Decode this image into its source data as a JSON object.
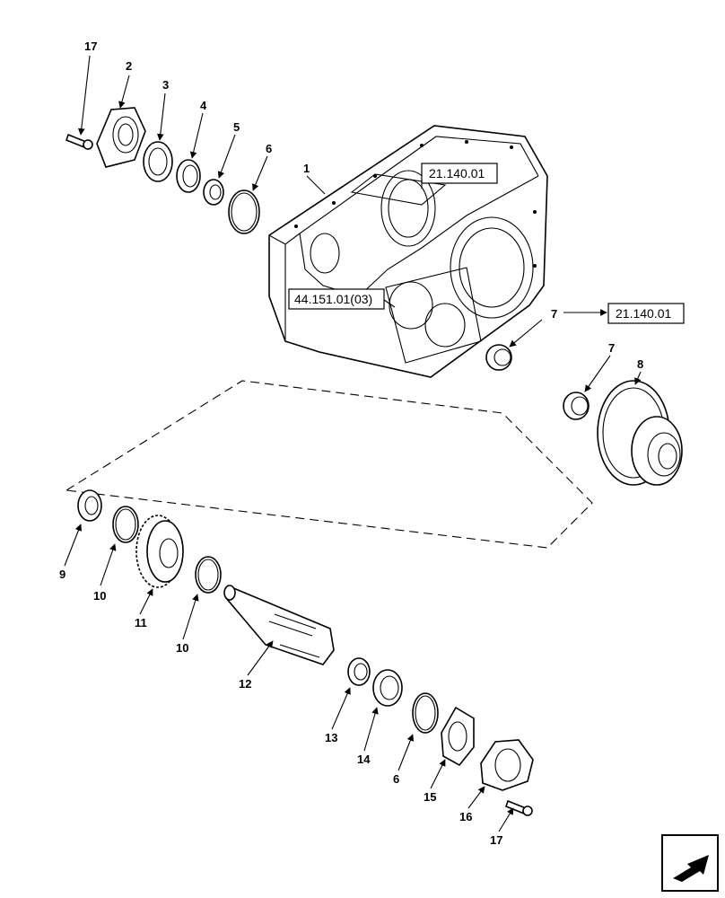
{
  "labels": {
    "p1": "1",
    "p2": "2",
    "p3": "3",
    "p4": "4",
    "p5": "5",
    "p6a": "6",
    "p6b": "6",
    "p7a": "7",
    "p7b": "7",
    "p8": "8",
    "p9": "9",
    "p10a": "10",
    "p10b": "10",
    "p11": "11",
    "p12": "12",
    "p13": "13",
    "p14": "14",
    "p15": "15",
    "p16": "16",
    "p17a": "17",
    "p17b": "17"
  },
  "refs": {
    "top": "21.140.01",
    "left": "44.151.01(03)",
    "right": "21.140.01"
  },
  "nav": {
    "icon": "next-page-arrow-icon"
  }
}
